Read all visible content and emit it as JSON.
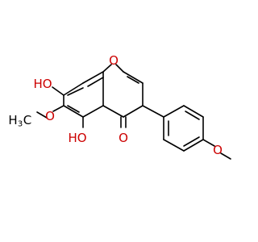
{
  "structure": {
    "labels": {
      "oh_top": "HO",
      "oh_bottom": "HO",
      "ring_oxygen": "O",
      "carbonyl_oxygen": "O",
      "methoxy_left_h": "H",
      "methoxy_left_sub": "3",
      "methoxy_left_c": "C",
      "methoxy_left_o": "O",
      "methoxy_right_o": "O"
    },
    "colors": {
      "bond": "#000000",
      "oxygen": "#cc0000",
      "carbon": "#000000"
    }
  }
}
